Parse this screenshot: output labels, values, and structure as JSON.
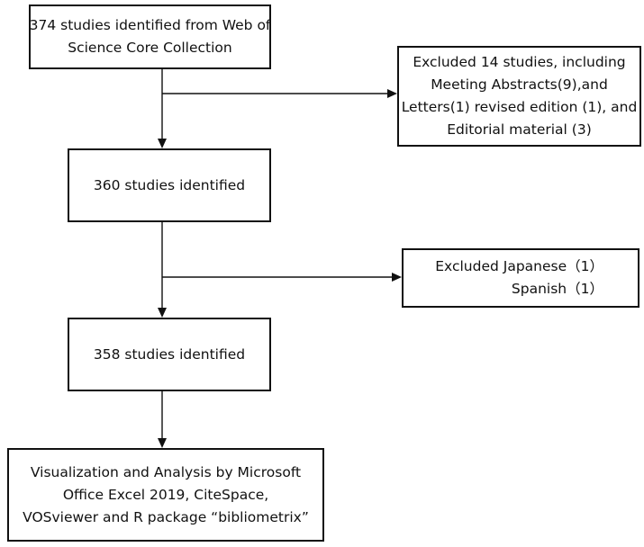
{
  "flow": {
    "start": {
      "lines": [
        "374 studies identified from Web of",
        "Science Core Collection"
      ]
    },
    "exclusion_1": {
      "lines": [
        "Excluded 14 studies, including",
        "Meeting Abstracts(9),and",
        "Letters(1) revised edition (1), and",
        "Editorial material (3)"
      ]
    },
    "step_2": {
      "lines": [
        "360 studies identified"
      ]
    },
    "exclusion_2": {
      "lines": [
        "Excluded Japanese（1）",
        "Spanish（1）"
      ]
    },
    "step_3": {
      "lines": [
        "358 studies identified"
      ]
    },
    "final": {
      "lines": [
        "Visualization and Analysis by Microsoft",
        "Office Excel 2019, CiteSpace,",
        "VOSviewer and R package “bibliometrix”"
      ]
    }
  }
}
